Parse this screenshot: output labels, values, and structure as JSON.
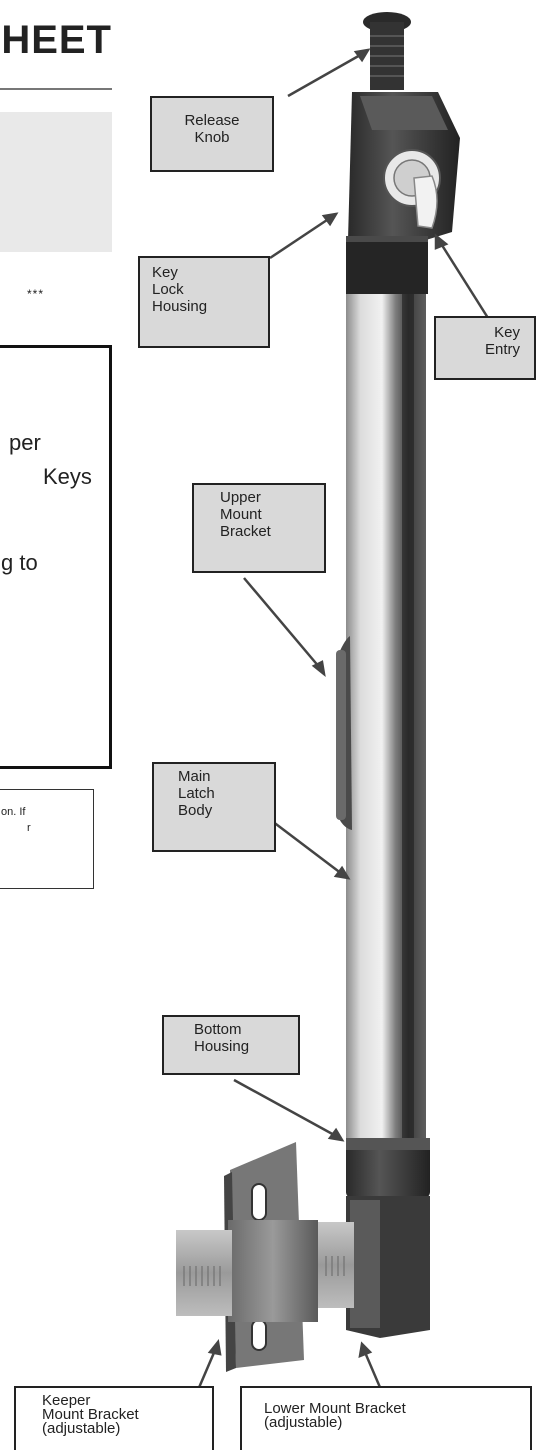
{
  "doc": {
    "title_fragment": "HEET",
    "stars": "***",
    "note_lines": [
      "per",
      "Keys",
      "g to"
    ],
    "small_note_lines": [
      "on.  If",
      "r"
    ]
  },
  "callouts": {
    "release_knob": [
      "Release",
      "Knob"
    ],
    "key_lock_housing": [
      "Key",
      "Lock",
      "Housing"
    ],
    "key_entry": [
      "Key",
      "Entry"
    ],
    "upper_mount_bracket": [
      "Upper",
      "Mount",
      "Bracket"
    ],
    "main_latch_body": [
      "Main",
      "Latch",
      "Body"
    ],
    "bottom_housing": [
      "Bottom",
      "Housing"
    ],
    "keeper_mount_bracket": [
      "Keeper",
      "Mount Bracket",
      "(adjustable)"
    ],
    "lower_mount_bracket": [
      "Lower Mount Bracket",
      "(adjustable)"
    ]
  },
  "colors": {
    "callout_fill": "#d9d9d9",
    "metal_dark": "#3a3a3a",
    "metal_light": "#d6d6d6"
  }
}
